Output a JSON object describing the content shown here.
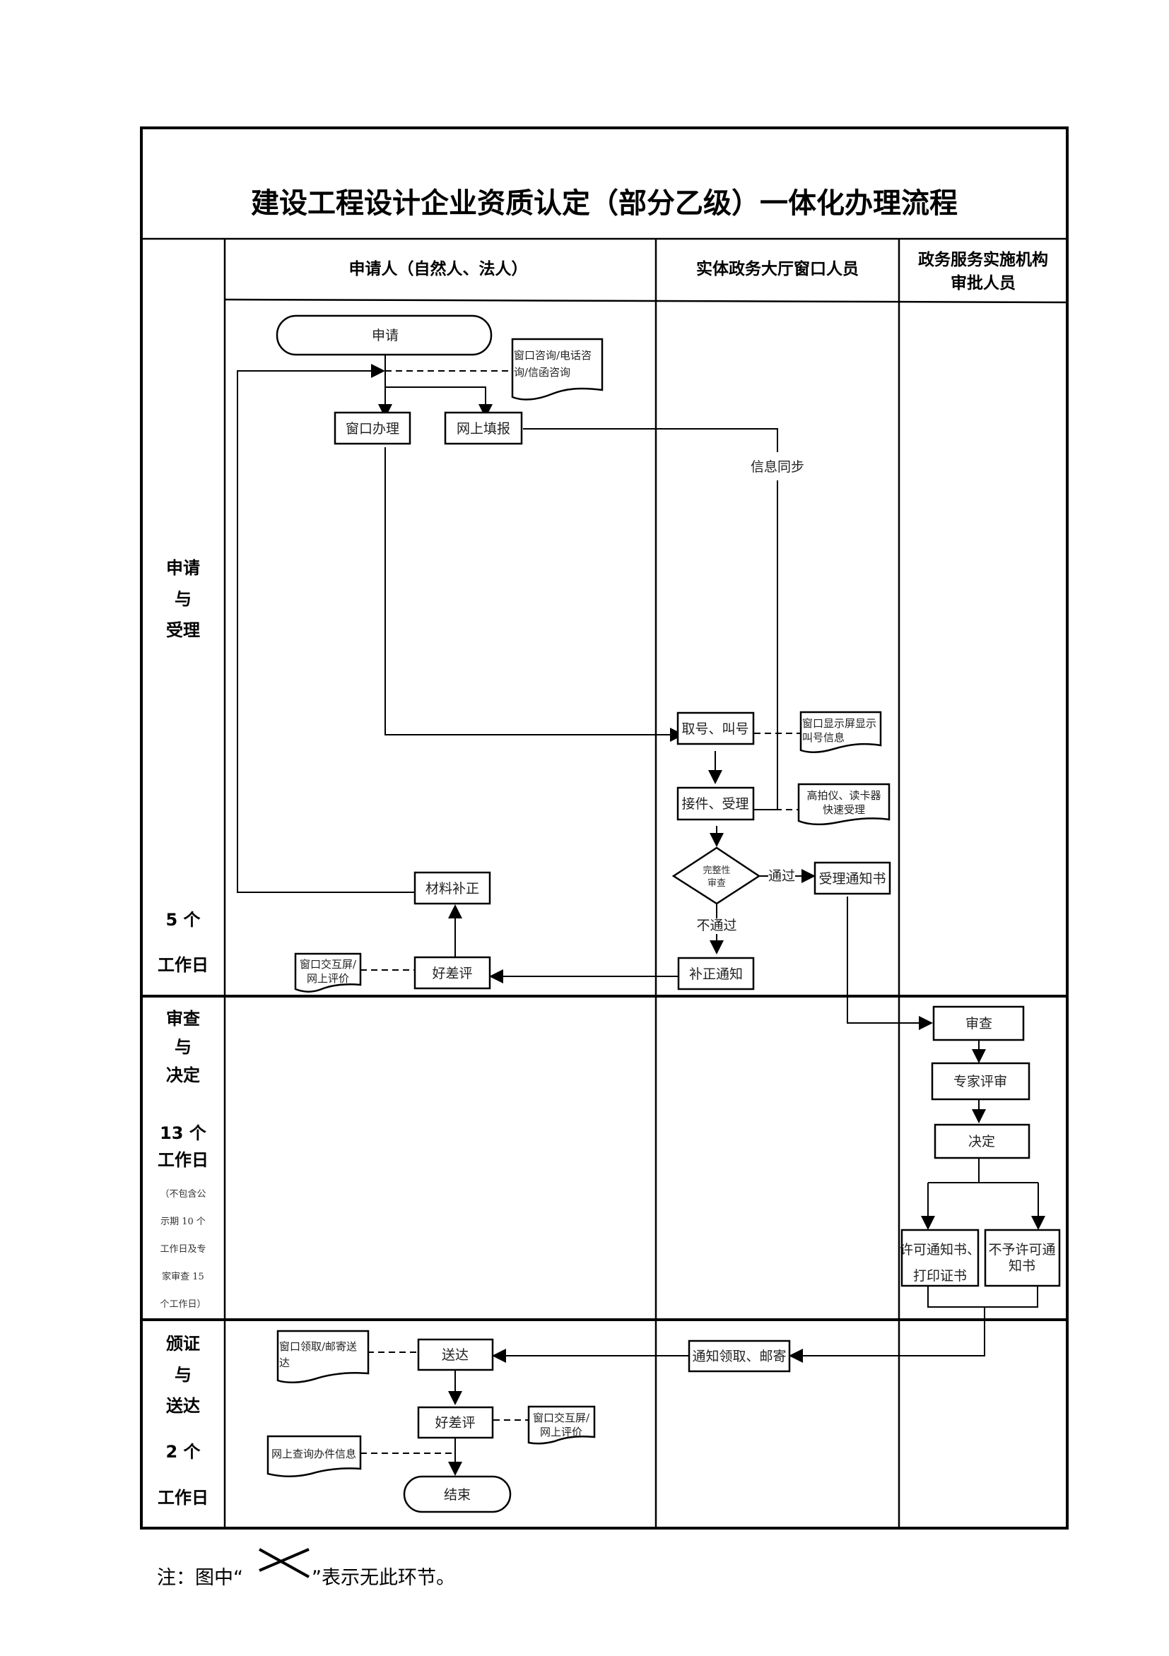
{
  "title": "建设工程设计企业资质认定（部分乙级）一体化办理流程",
  "columns": {
    "applicant": "申请人（自然人、法人）",
    "window_staff": "实体政务大厅窗口人员",
    "approver_line1": "政务服务实施机构",
    "approver_line2": "审批人员"
  },
  "stages": [
    {
      "name_lines": [
        "申请",
        "与",
        "受理"
      ],
      "duration_lines": [
        "5 个",
        "工作日"
      ],
      "note_lines": []
    },
    {
      "name_lines": [
        "审查",
        "与",
        "决定"
      ],
      "duration_lines": [
        "13 个",
        "工作日"
      ],
      "note_lines": [
        "（不包含公",
        "示期 10 个",
        "工作日及专",
        "家审查 15",
        "个工作日）"
      ]
    },
    {
      "name_lines": [
        "颁证",
        "与",
        "送达"
      ],
      "duration_lines": [
        "2 个",
        "工作日"
      ],
      "note_lines": []
    }
  ],
  "nodes": {
    "apply": "申请",
    "window_handle": "窗口办理",
    "online_fill": "网上填报",
    "take_number": "取号、叫号",
    "receive_accept": "接件、受理",
    "completeness_check_line1": "完整性",
    "completeness_check_line2": "审查",
    "acceptance_notice": "受理通知书",
    "correction_notice": "补正通知",
    "evaluation_1": "好差评",
    "material_correction": "材料补正",
    "review": "审查",
    "expert_review": "专家评审",
    "decision": "决定",
    "permit_line1": "许可通知书、",
    "permit_line2": "打印证书",
    "deny_line1": "不予许可通",
    "deny_line2": "知书",
    "notify_collect": "通知领取、邮寄",
    "deliver": "送达",
    "evaluation_2": "好差评",
    "end": "结束"
  },
  "documents": {
    "consult_line1": "窗口咨询/电话咨",
    "consult_line2": "询/信函咨询",
    "screen_line1": "窗口显示屏显示",
    "screen_line2": "叫号信息",
    "scanner_line1": "高拍仪、读卡器",
    "scanner_line2": "快速受理",
    "eval_doc1_line1": "窗口交互屏/",
    "eval_doc1_line2": "网上评价",
    "collect_line1": "窗口领取/邮寄送",
    "collect_line2": "达",
    "eval_doc2_line1": "窗口交互屏/",
    "eval_doc2_line2": "网上评价",
    "online_query": "网上查询办件信息"
  },
  "edge_labels": {
    "info_sync": "信息同步",
    "pass": "通过",
    "fail": "不通过"
  },
  "footnote": {
    "prefix": "注：图中“",
    "cross_icon": "cross-icon",
    "suffix": "”表示无此环节。"
  }
}
